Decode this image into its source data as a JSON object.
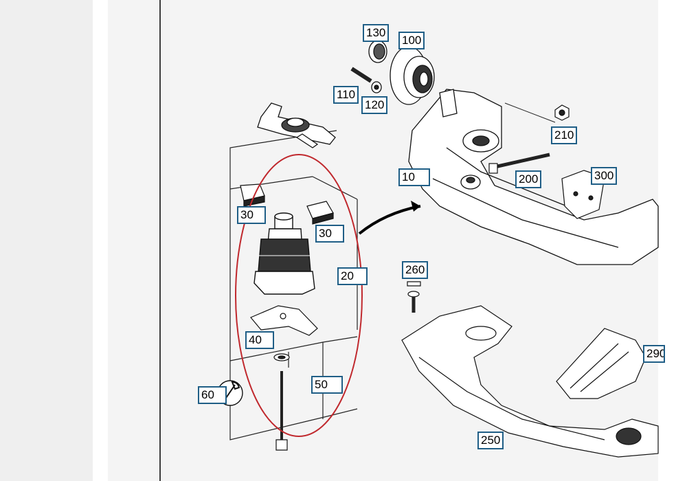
{
  "diagram": {
    "callouts": {
      "c130": "130",
      "c100": "100",
      "c110": "110",
      "c120": "120",
      "c210": "210",
      "c10": "10",
      "c200": "200",
      "c300": "300",
      "c30a": "30",
      "c30b": "30",
      "c20": "20",
      "c40": "40",
      "c260": "260",
      "c50": "50",
      "c60": "60",
      "c290": "290",
      "c250": "250"
    },
    "highlight_color": "#c0282d",
    "callout_border_color": "#1f5e86"
  }
}
